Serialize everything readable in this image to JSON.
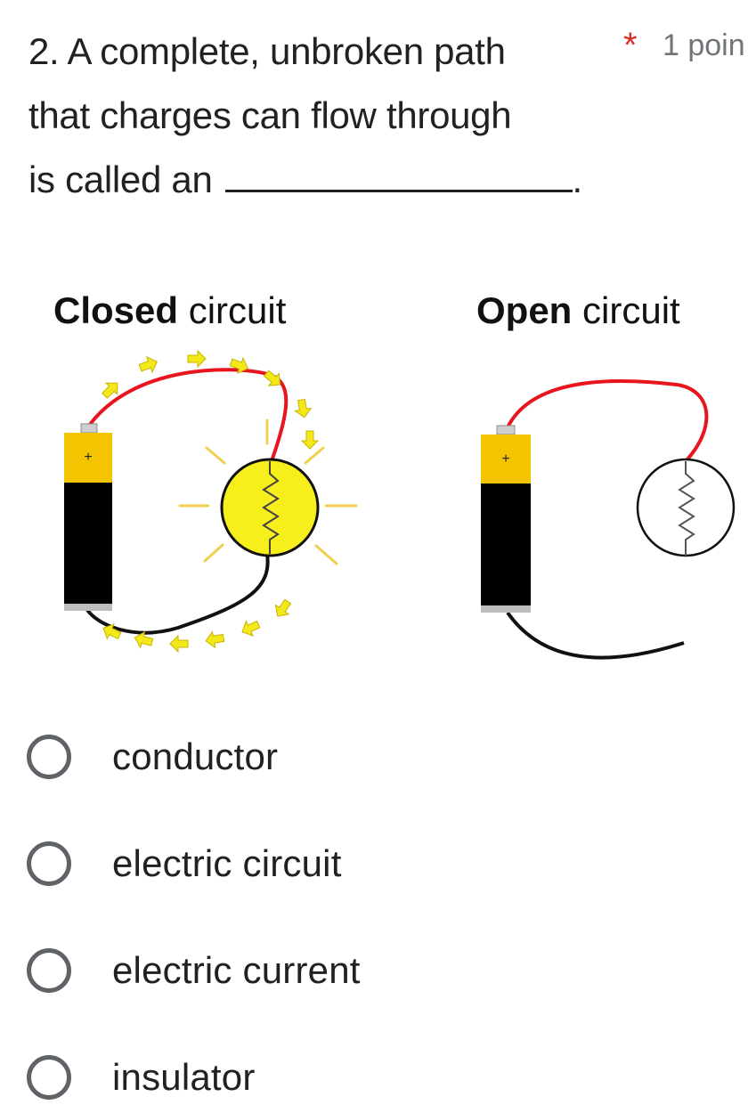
{
  "question": {
    "number": "2.",
    "text_line1": "A complete, unbroken path",
    "text_line2": "that charges can flow through",
    "text_line3": "is called an",
    "text_end": ".",
    "required_marker": "*",
    "points": "1 poin"
  },
  "figure": {
    "closed": {
      "title_bold": "Closed",
      "title_rest": " circuit",
      "battery_sign": "+"
    },
    "open": {
      "title_bold": "Open",
      "title_rest": " circuit",
      "battery_sign": "+"
    },
    "colors": {
      "battery_top": "#f5c400",
      "battery_body": "#000000",
      "positive_wire": "#e8141e",
      "negative_wire": "#111111",
      "bulb_lit": "#f7ef1c",
      "arrows": "#f2e81a",
      "rays": "#f0d050"
    }
  },
  "options": [
    {
      "label": "conductor",
      "selected": false
    },
    {
      "label": "electric circuit",
      "selected": false
    },
    {
      "label": "electric current",
      "selected": false
    },
    {
      "label": "insulator",
      "selected": false
    }
  ],
  "colors": {
    "text": "#202124",
    "required": "#d93025",
    "secondary": "#70757a",
    "radio_border": "#5f6368"
  }
}
